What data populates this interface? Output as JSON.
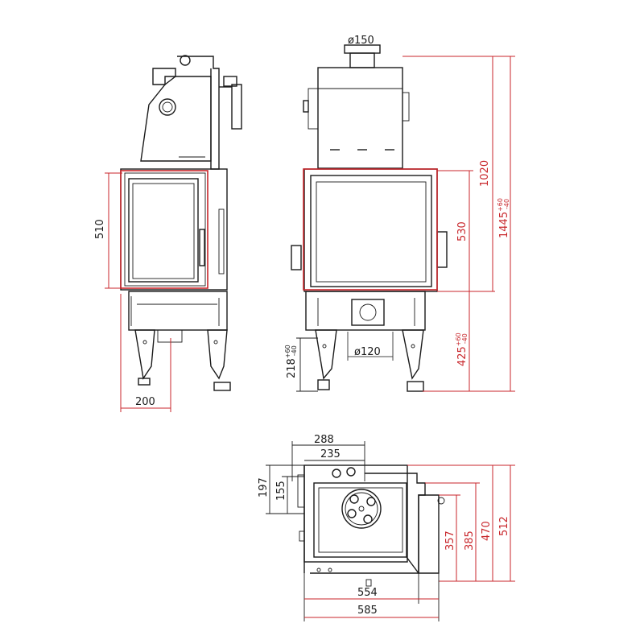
{
  "dimensions": {
    "side_view": {
      "glass_height": "510",
      "depth": "200"
    },
    "front_view": {
      "flue_diameter": "ø150",
      "air_inlet_diameter": "ø120",
      "total_height": "1020",
      "installed_height": "1445",
      "installed_height_tol_plus": "+60",
      "installed_height_tol_minus": "-40",
      "glass_height": "530",
      "base_height": "425",
      "base_height_tol_plus": "+60",
      "base_height_tol_minus": "-40",
      "leg_height": "218",
      "leg_height_tol_plus": "+60",
      "leg_height_tol_minus": "-40"
    },
    "top_view": {
      "width_288": "288",
      "width_235": "235",
      "depth_197": "197",
      "depth_155": "155",
      "depth_357": "357",
      "depth_385": "385",
      "depth_470": "470",
      "depth_512": "512",
      "width_554": "554",
      "width_585": "585"
    }
  },
  "colors": {
    "outline": "#1a1a1a",
    "dimension_red": "#c8262b"
  }
}
